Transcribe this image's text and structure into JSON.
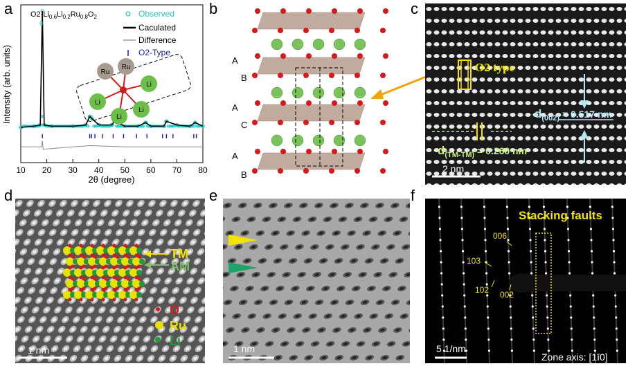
{
  "panels": {
    "a": {
      "letter": "a",
      "formula_parts": [
        "O2-Li",
        "0.6",
        "Li",
        "0.2",
        "Ru",
        "0.8",
        "O",
        "2"
      ],
      "legend": [
        "Observed",
        "Caculated",
        "Difference",
        "O2-Type"
      ],
      "xlabel": "2θ (degree)",
      "ylabel": "Intensity (arb. units)",
      "xticks": [
        "10",
        "20",
        "30",
        "40",
        "50",
        "60",
        "70",
        "80"
      ],
      "peak_label": "θ",
      "inset_atoms": {
        "ru": "Ru",
        "li": "Li"
      }
    },
    "b": {
      "letter": "b",
      "stacking_labels": [
        "A",
        "B",
        "A",
        "C",
        "A",
        "B"
      ]
    },
    "c": {
      "letter": "c",
      "o2_label": "O2 type",
      "d002_main": "d",
      "d002_sub": "(002)",
      "d002_value": " = 0.517 nm",
      "dtm_main": "d",
      "dtm_sub": "(TM-TM)",
      "dtm_value": " = 0.260 nm",
      "scalebar": "2 nm"
    },
    "d": {
      "letter": "d",
      "tm_label": "TM",
      "am_label": "AM",
      "legend": [
        "O",
        "Ru",
        "Li"
      ],
      "scalebar": "1 nm"
    },
    "e": {
      "letter": "e",
      "scalebar": "1 nm"
    },
    "f": {
      "letter": "f",
      "title": "Stacking faults",
      "spots": [
        "006",
        "103",
        "102",
        "002"
      ],
      "scalebar": "5 1/nm",
      "zone_axis": "Zone axis: [1ī0]"
    }
  },
  "colors": {
    "observed": "#1fc7c0",
    "calculated": "#000000",
    "difference": "#888888",
    "ticks": "#1a1aa8",
    "o_atom": "#d41a1a",
    "ru_atom": "#e8e000",
    "li_atom": "#1f9a3a",
    "tm_label": "#f2e300",
    "am_label": "#7fbf6f",
    "arrow_orange": "#f2a500",
    "stack_fault_yellow": "#f2e300",
    "cyan_annot": "#b0e8f2"
  },
  "chart_data": {
    "type": "line",
    "title": "",
    "xlabel": "2θ (degree)",
    "ylabel": "Intensity (arb. units)",
    "xlim": [
      10,
      80
    ],
    "series": [
      {
        "name": "Observed",
        "x": [
          10,
          15,
          17.5,
          18.3,
          19,
          22,
          30,
          35,
          36.5,
          37.5,
          40,
          45,
          46,
          50,
          55,
          58,
          60,
          65,
          66,
          70,
          75,
          77,
          80
        ],
        "y": [
          0.04,
          0.05,
          0.06,
          1.0,
          0.06,
          0.05,
          0.05,
          0.06,
          0.13,
          0.11,
          0.06,
          0.06,
          0.09,
          0.05,
          0.05,
          0.08,
          0.05,
          0.05,
          0.09,
          0.06,
          0.05,
          0.08,
          0.05
        ]
      },
      {
        "name": "Caculated",
        "x": [
          10,
          15,
          17.5,
          18.3,
          19,
          22,
          30,
          35,
          36.5,
          37.5,
          40,
          45,
          46,
          50,
          55,
          58,
          60,
          65,
          66,
          70,
          75,
          77,
          80
        ],
        "y": [
          0.04,
          0.05,
          0.06,
          1.0,
          0.06,
          0.05,
          0.05,
          0.06,
          0.13,
          0.11,
          0.06,
          0.06,
          0.09,
          0.05,
          0.05,
          0.08,
          0.05,
          0.05,
          0.09,
          0.06,
          0.05,
          0.08,
          0.05
        ]
      },
      {
        "name": "Difference",
        "x": [
          10,
          18,
          18.3,
          18.6,
          30,
          37,
          50,
          66,
          80
        ],
        "y": [
          -0.12,
          -0.12,
          -0.07,
          -0.14,
          -0.12,
          -0.11,
          -0.12,
          -0.12,
          -0.12
        ]
      },
      {
        "name": "O2-Type",
        "x": [
          18.3,
          36.5,
          37.2,
          38.5,
          41.5,
          45.5,
          49.5,
          54.5,
          58.5,
          64.5,
          66,
          68.5,
          76.5,
          77.5
        ],
        "y": [
          -0.03,
          -0.03,
          -0.03,
          -0.03,
          -0.03,
          -0.03,
          -0.03,
          -0.03,
          -0.03,
          -0.03,
          -0.03,
          -0.03,
          -0.03,
          -0.03
        ]
      }
    ]
  }
}
